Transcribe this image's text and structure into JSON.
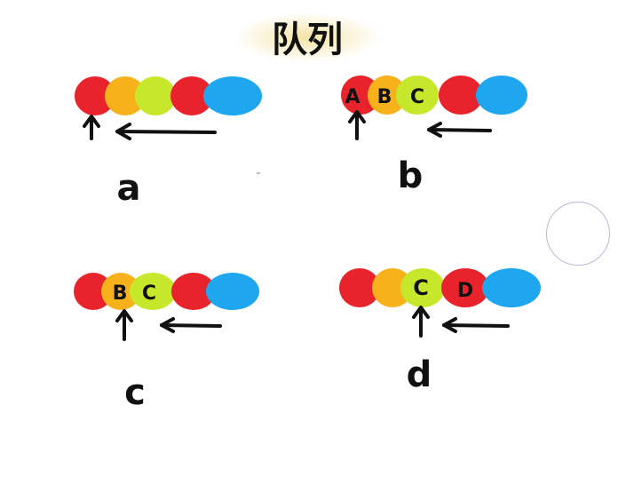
{
  "title": "队列",
  "colors": {
    "red": "#e8232b",
    "orange": "#f7b21b",
    "lime": "#c6e82a",
    "blue": "#1ea7ef",
    "ink": "#111111",
    "title_glow": "#f3e2a0"
  },
  "panels": [
    {
      "id": "a",
      "caption": "a",
      "labels": []
    },
    {
      "id": "b",
      "caption": "b",
      "labels": [
        "A",
        "B",
        "C"
      ]
    },
    {
      "id": "c",
      "caption": "c",
      "labels": [
        "B",
        "C"
      ]
    },
    {
      "id": "d",
      "caption": "d",
      "labels": [
        "C",
        "D"
      ]
    }
  ],
  "icons": [
    "up-arrow-icon",
    "left-arrow-icon"
  ]
}
